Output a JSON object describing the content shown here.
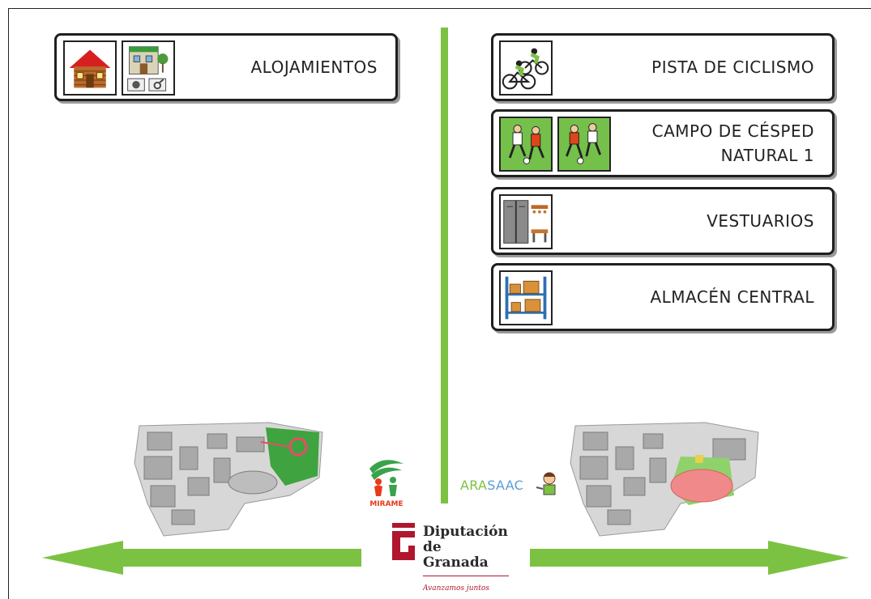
{
  "left_column": {
    "cards": [
      {
        "label_lines": [
          "ALOJAMIENTOS"
        ],
        "pictograms": [
          "house-icon",
          "building-tools-icon"
        ]
      }
    ],
    "map_highlight_color": "#3fa33f"
  },
  "right_column": {
    "cards": [
      {
        "label_lines": [
          "PISTA DE CICLISMO"
        ],
        "pictograms": [
          "cyclists-icon"
        ]
      },
      {
        "label_lines": [
          "CAMPO DE CÉSPED",
          "NATURAL 1"
        ],
        "pictograms": [
          "soccer-players-icon",
          "soccer-running-icon"
        ]
      },
      {
        "label_lines": [
          "VESTUARIOS"
        ],
        "pictograms": [
          "lockers-icon"
        ]
      },
      {
        "label_lines": [
          "ALMACÉN CENTRAL"
        ],
        "pictograms": [
          "warehouse-shelves-icon"
        ]
      }
    ],
    "map_highlight_color": "#f08a8a"
  },
  "logos": {
    "mirame": "MIRAME",
    "arasaac_prefix": "ARA",
    "arasaac_suffix": "SAAC",
    "diputacion_line1": "Diputación",
    "diputacion_line2": "de Granada",
    "diputacion_tagline": "Avanzamos juntos"
  },
  "colors": {
    "accent_green": "#7cc242",
    "card_border": "#1f1f1f",
    "diputacion_red": "#b0172e"
  },
  "arrows": {
    "left": "arrow-left-icon",
    "right": "arrow-right-icon"
  }
}
